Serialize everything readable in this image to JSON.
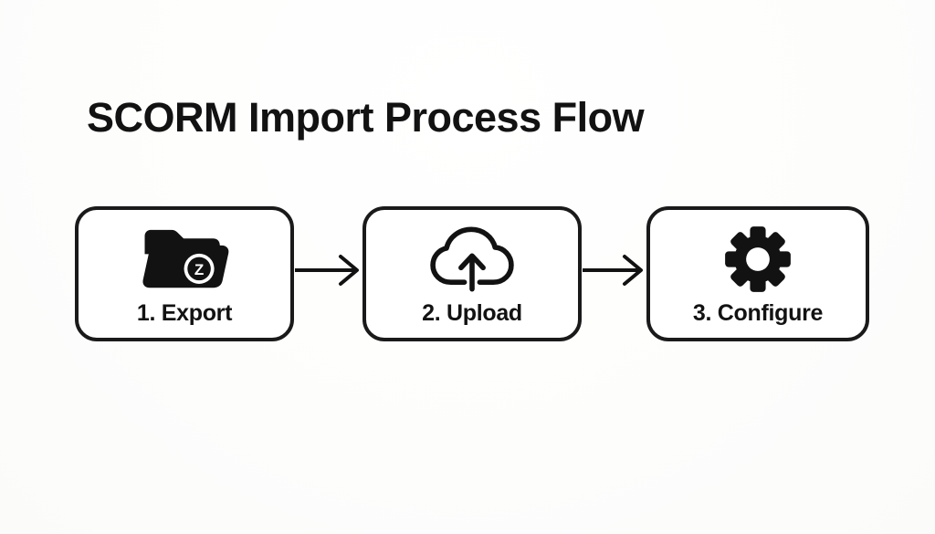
{
  "title": "SCORM Import Process Flow",
  "flow": {
    "steps": [
      {
        "label": "1. Export",
        "icon": "folder-export-icon"
      },
      {
        "label": "2. Upload",
        "icon": "cloud-upload-icon"
      },
      {
        "label": "3. Configure",
        "icon": "gear-icon"
      }
    ],
    "badge_letter": "Z",
    "arrow_count": 2
  },
  "colors": {
    "ink": "#121212",
    "box_border": "#1a1a1a",
    "box_background": "#ffffff",
    "page_background": "#fdfdfd"
  }
}
